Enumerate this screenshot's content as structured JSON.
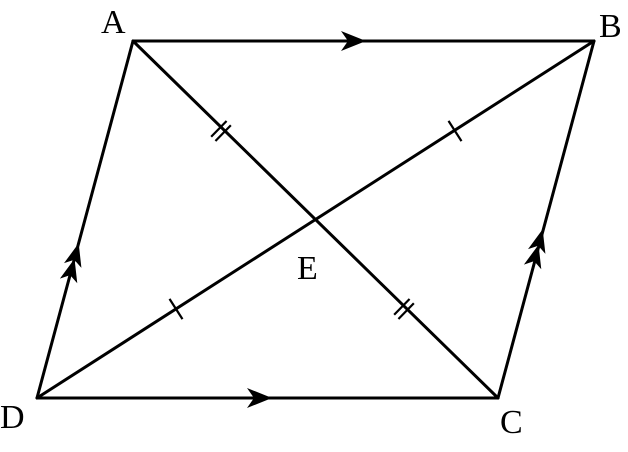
{
  "diagram": {
    "vertices": [
      {
        "id": "A",
        "label": "A"
      },
      {
        "id": "B",
        "label": "B"
      },
      {
        "id": "C",
        "label": "C"
      },
      {
        "id": "D",
        "label": "D"
      },
      {
        "id": "E",
        "label": "E"
      }
    ],
    "sides": [
      {
        "from": "A",
        "to": "B",
        "parallel_marks": 1
      },
      {
        "from": "D",
        "to": "C",
        "parallel_marks": 1
      },
      {
        "from": "D",
        "to": "A",
        "parallel_marks": 2
      },
      {
        "from": "C",
        "to": "B",
        "parallel_marks": 2
      }
    ],
    "diagonals": [
      {
        "from": "A",
        "to": "C",
        "through": "E",
        "tick_marks": 2
      },
      {
        "from": "D",
        "to": "B",
        "through": "E",
        "tick_marks": 1
      }
    ],
    "colors": {
      "stroke": "#000000",
      "background": "#ffffff"
    }
  }
}
